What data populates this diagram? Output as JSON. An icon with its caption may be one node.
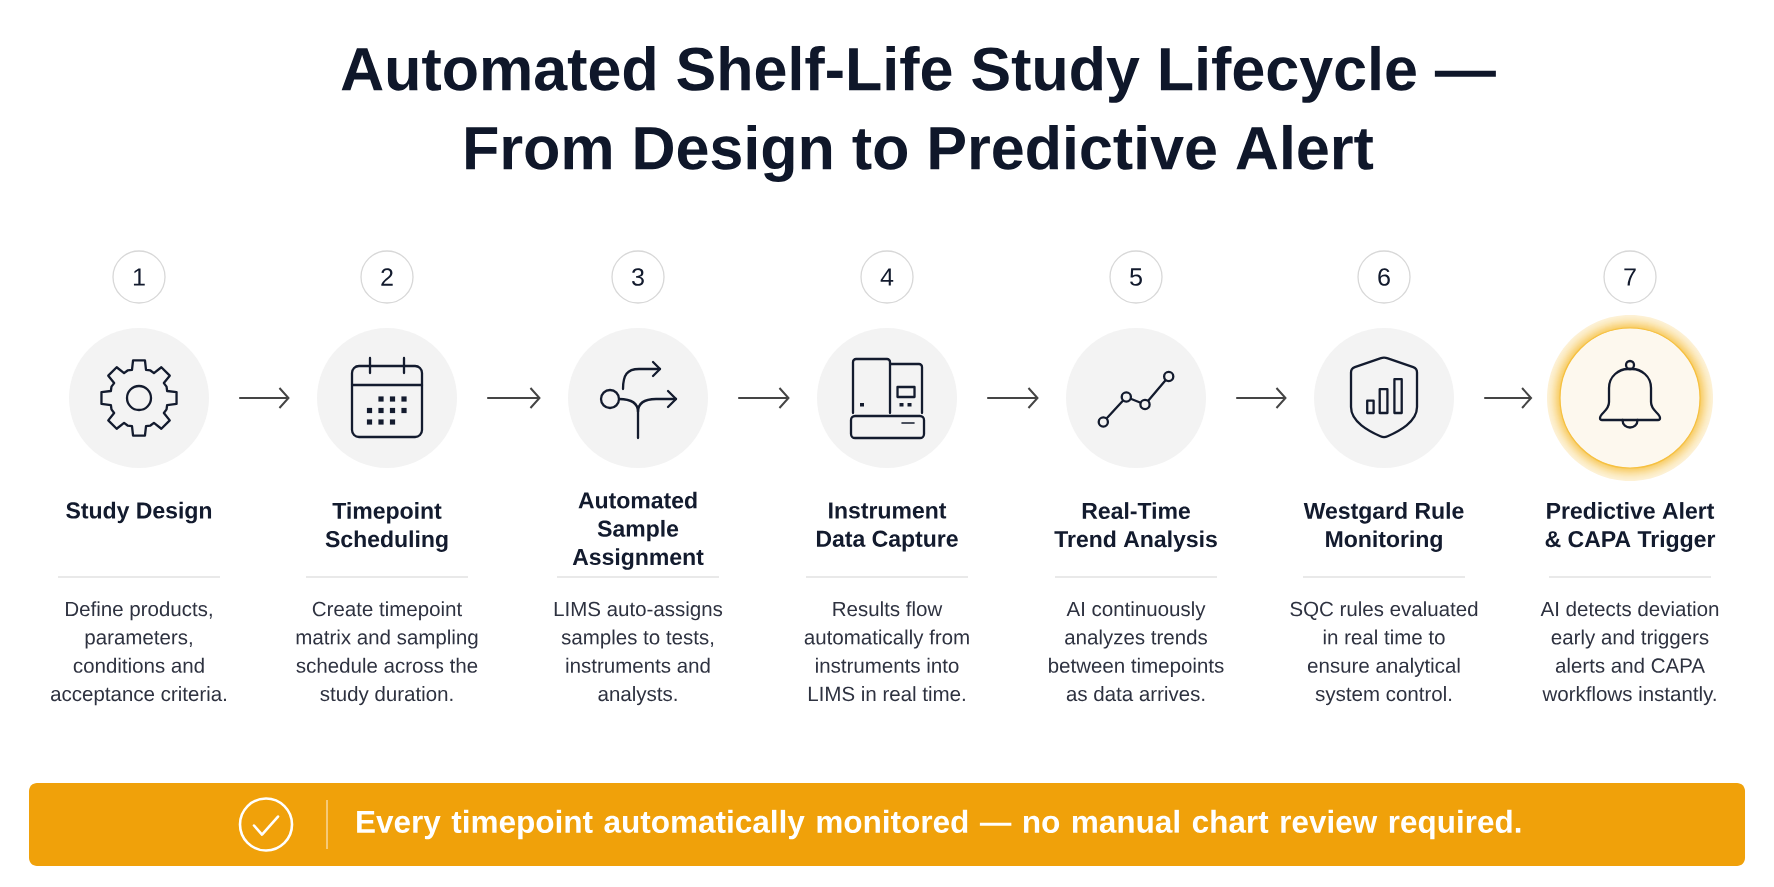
{
  "diagram": {
    "title": "Automated Shelf-Life Study Lifecycle — From Design to Predictive Alert",
    "nodes": [
      {
        "text": [
          "1"
        ]
      },
      {
        "text": [],
        "shape": "circle",
        "beside": [
          "Study Design",
          "Define products, parameters, conditions and acceptance criteria."
        ]
      },
      {
        "text": [
          "2"
        ]
      },
      {
        "text": [],
        "shape": "circle",
        "beside": [
          "Timepoint Scheduling",
          "Create timepoint matrix and sampling schedule across the study duration."
        ]
      },
      {
        "text": [
          "3"
        ]
      },
      {
        "text": [],
        "shape": "circle",
        "beside": [
          "Automated Sample Assignment",
          "LIMS auto-assigns samples to tests, instruments and analysts."
        ]
      },
      {
        "text": [
          "4"
        ]
      },
      {
        "text": [],
        "shape": "circle",
        "beside": [
          "Instrument Data Capture",
          "Results flow automatically from instruments into LIMS in real time."
        ]
      },
      {
        "text": [
          "5"
        ]
      },
      {
        "text": [],
        "shape": "circle",
        "beside": [
          "Real-Time Trend Analysis",
          "AI continuously analyzes trends between timepoints as data arrives."
        ]
      },
      {
        "text": [
          "6"
        ]
      },
      {
        "text": [],
        "shape": "circle",
        "beside": [
          "Westgard Rule Monitoring",
          "SQC rules evaluated in real time to ensure analytical system control."
        ]
      },
      {
        "text": [
          "7"
        ]
      },
      {
        "text": [],
        "shape": "circle",
        "beside": [
          "Predictive Alert & CAPA Trigger",
          "AI detects deviation early and triggers alerts and CAPA workflows instantly."
        ]
      },
      {
        "text": [
          "Every timepoint automatically monitored — no manual chart review required."
        ]
      }
    ],
    "edges": [
      {
        "from": 1,
        "to": 3,
        "arrow": "to"
      },
      {
        "from": 3,
        "to": 5,
        "arrow": "to"
      },
      {
        "from": 5,
        "to": 7,
        "arrow": "to"
      },
      {
        "from": 7,
        "to": 9,
        "arrow": "to"
      },
      {
        "from": 9,
        "to": 11,
        "arrow": "to"
      },
      {
        "from": 11,
        "to": 13,
        "arrow": "to"
      }
    ]
  }
}
